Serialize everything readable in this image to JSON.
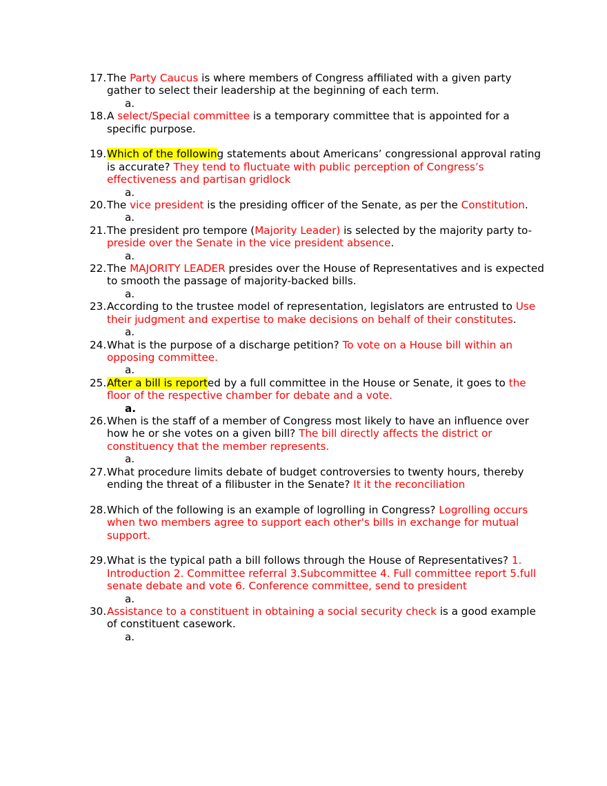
{
  "colors": {
    "answer": "#ff0000",
    "highlight": "#ffff00",
    "text": "#000000"
  },
  "questions": [
    {
      "num": "17.",
      "segs": [
        {
          "t": "The "
        },
        {
          "t": "Party Caucus",
          "s": "red"
        },
        {
          "t": " is where members of Congress affiliated with a given party gather to select their leadership at the beginning of each term."
        }
      ],
      "sub": "a."
    },
    {
      "num": "18.",
      "segs": [
        {
          "t": "A  "
        },
        {
          "t": "select/Special committee",
          "s": "red"
        },
        {
          "t": " is a temporary committee that is appointed for a specific purpose."
        }
      ],
      "sub": "",
      "gapAfter": true
    },
    {
      "num": "19.",
      "segs": [
        {
          "t": "Which of the followin",
          "s": "hl"
        },
        {
          "t": "g statements about Americans’ congressional approval rating is accurate? "
        },
        {
          "t": "They tend to fluctuate with public perception of Congress’s effectiveness and partisan gridlock",
          "s": "red"
        }
      ],
      "sub": "a."
    },
    {
      "num": "20.",
      "segs": [
        {
          "t": "The "
        },
        {
          "t": "vice president",
          "s": "red"
        },
        {
          "t": " is the presiding officer of the Senate, as per the "
        },
        {
          "t": "Constitution",
          "s": "red"
        },
        {
          "t": "."
        }
      ],
      "sub": "a."
    },
    {
      "num": "21.",
      "segs": [
        {
          "t": "The president pro tempore ("
        },
        {
          "t": "Majority Leader)",
          "s": "red"
        },
        {
          "t": "  is selected by the majority party to-"
        },
        {
          "t": "preside over the Senate in the vice president absence",
          "s": "red"
        },
        {
          "t": "."
        }
      ],
      "sub": "a."
    },
    {
      "num": "22.",
      "segs": [
        {
          "t": "The "
        },
        {
          "t": "MAJORITY LEADER",
          "s": "red"
        },
        {
          "t": " presides over the House of Representatives and is expected to smooth the passage of majority-backed bills."
        }
      ],
      "sub": "a."
    },
    {
      "num": "23.",
      "segs": [
        {
          "t": "According to the trustee model of representation, legislators are entrusted to "
        },
        {
          "t": "Use their judgment and expertise to make decisions on behalf of their constitutes",
          "s": "red"
        },
        {
          "t": "."
        }
      ],
      "sub": "a."
    },
    {
      "num": "24.",
      "segs": [
        {
          "t": "What is the purpose of a discharge petition? "
        },
        {
          "t": "To vote on a House bill within an opposing committee.",
          "s": "red"
        }
      ],
      "sub": "a."
    },
    {
      "num": "25.",
      "segs": [
        {
          "t": "After a bill is report",
          "s": "hl"
        },
        {
          "t": "ed by a full committee in the House or Senate, it goes to "
        },
        {
          "t": "the floor of the respective chamber for debate and a vote.",
          "s": "red"
        }
      ],
      "sub": "a.",
      "subBold": true
    },
    {
      "num": "26.",
      "segs": [
        {
          "t": "When is the staff of a member of Congress most likely to have an influence over how he or she votes on a given bill? "
        },
        {
          "t": "The bill directly affects the district or constituency that the member represents.",
          "s": "red"
        }
      ],
      "sub": "a."
    },
    {
      "num": "27.",
      "segs": [
        {
          "t": "What procedure limits debate of budget controversies to twenty hours, thereby ending the threat of a filibuster in the Senate? "
        },
        {
          "t": "It it the reconciliation",
          "s": "red"
        }
      ],
      "sub": "",
      "gapAfter": true
    },
    {
      "num": "28.",
      "segs": [
        {
          "t": "Which of the following is an example of logrolling in Congress? "
        },
        {
          "t": "Logrolling occurs when two members agree to support each other's bills in exchange for mutual support.",
          "s": "red"
        }
      ],
      "sub": "",
      "gapAfter": true
    },
    {
      "num": "29.",
      "segs": [
        {
          "t": "What is the typical path a bill follows through the House of Representatives? "
        },
        {
          "t": "1. Introduction 2. Committee referral 3.Subcommittee  4. Full committee report 5.full senate debate and vote 6. Conference committee, send to president",
          "s": "red"
        }
      ],
      "sub": "a."
    },
    {
      "num": "30.",
      "segs": [
        {
          "t": "Assistance to a constituent in obtaining a social security check",
          "s": "red"
        },
        {
          "t": " is a good example of constituent casework."
        }
      ],
      "sub": "a."
    }
  ]
}
